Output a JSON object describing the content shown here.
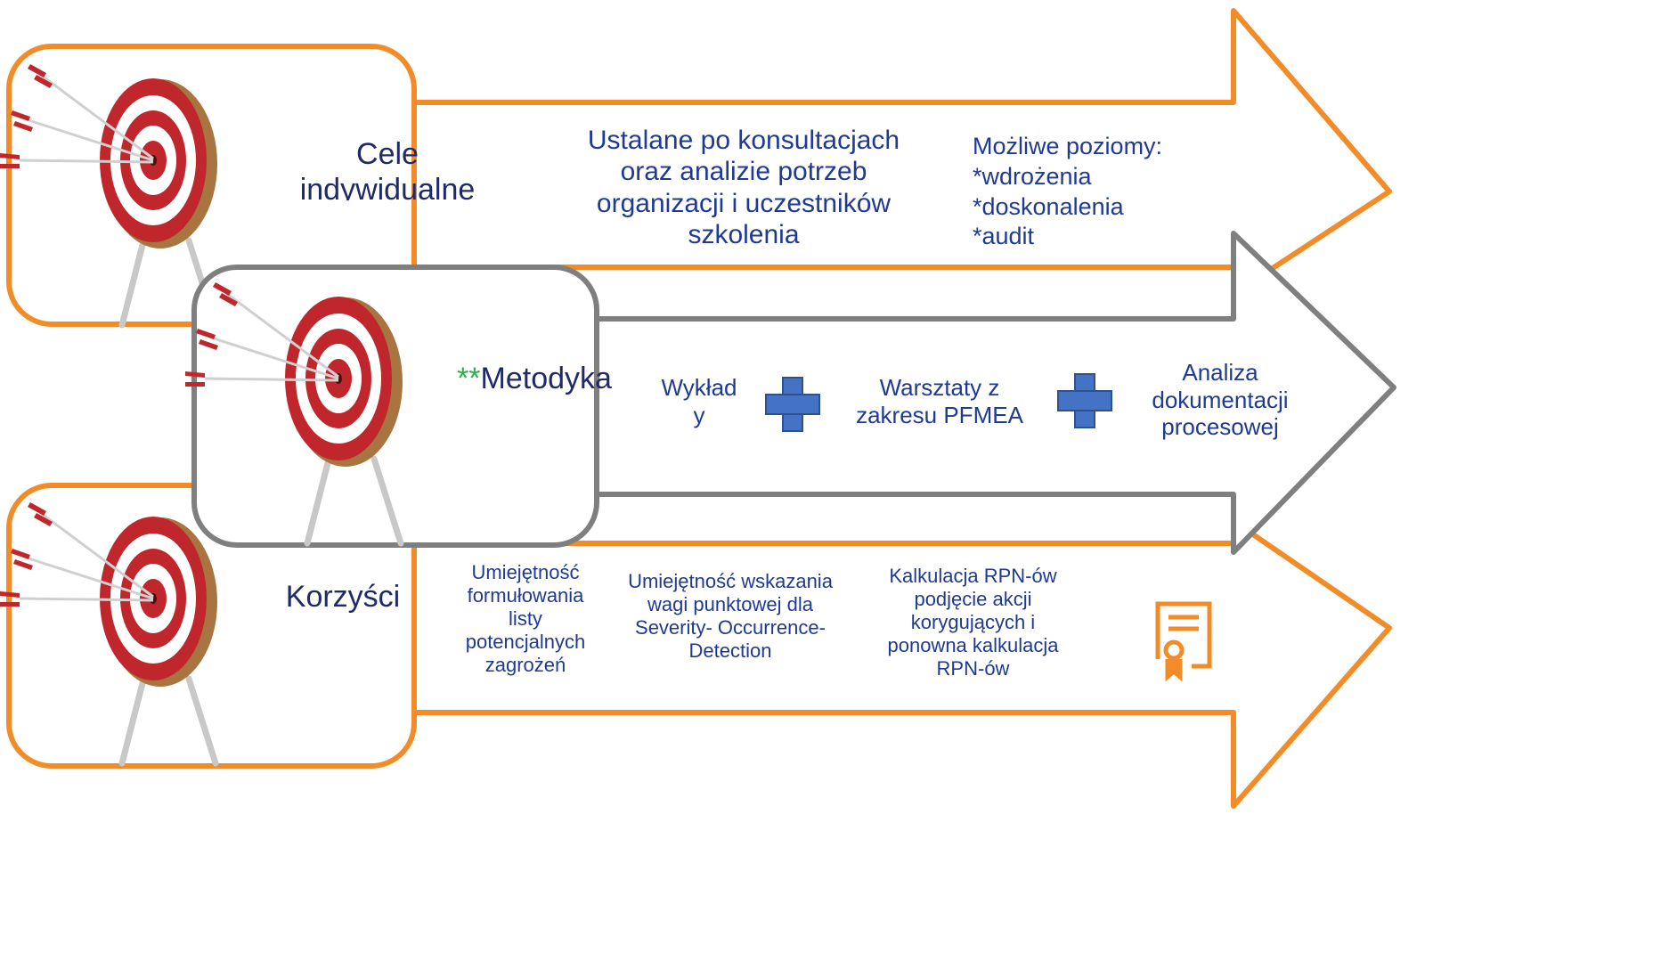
{
  "rows": {
    "cele": {
      "title_lines": [
        "Cele",
        "indywidualne"
      ],
      "description_lines": [
        "Ustalane po konsultacjach",
        "oraz analizie potrzeb",
        "organizacji i uczestników",
        "szkolenia"
      ],
      "levels_lines": [
        "Możliwe poziomy:",
        "*wdrożenia",
        "*doskonalenia",
        "*audit"
      ]
    },
    "metodyka": {
      "title_prefix": "**",
      "title": "Metodyka",
      "items": [
        {
          "lines": [
            "Wykład",
            "y"
          ]
        },
        {
          "lines": [
            "Warsztaty z",
            "zakresu PFMEA"
          ]
        },
        {
          "lines": [
            "Analiza",
            "dokumentacji",
            "procesowej"
          ]
        }
      ],
      "plus_icon": "plus-icon"
    },
    "korzysci": {
      "title": "Korzyści",
      "items": [
        {
          "lines": [
            "Umiejętność",
            "formułowania",
            "listy",
            "potencjalnych",
            "zagrożeń"
          ]
        },
        {
          "lines": [
            "Umiejętność wskazania",
            "wagi punktowej dla",
            "Severity- Occurrence-",
            "Detection"
          ]
        },
        {
          "lines": [
            "Kalkulacja RPN-ów",
            "podjęcie akcji",
            "korygujących i",
            "ponowna kalkulacja",
            "RPN-ów"
          ]
        }
      ],
      "certificate_icon": "certificate-icon"
    }
  },
  "colors": {
    "orange": "#f28c28",
    "gray": "#7f7f7f",
    "navy": "#1f2a68",
    "plus_blue": "#4472c4",
    "target_red": "#c0272d",
    "highlight_green": "#2db04a"
  },
  "icons": {
    "target": "target-with-arrows-icon"
  }
}
